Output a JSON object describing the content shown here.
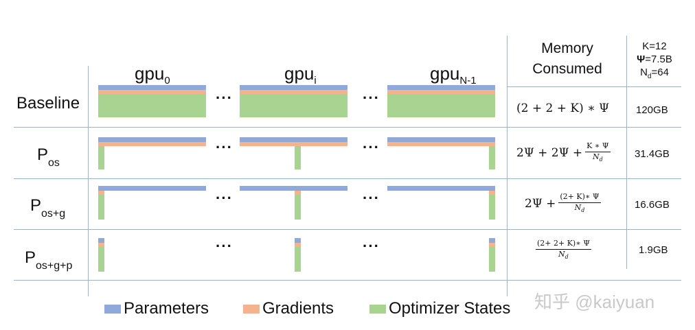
{
  "headers": {
    "gpu0": {
      "base": "gpu",
      "sub": "0"
    },
    "gpui": {
      "base": "gpu",
      "sub": "i"
    },
    "gpuN": {
      "base": "gpu",
      "sub": "N-1"
    },
    "memory_consumed": [
      "Memory",
      "Consumed"
    ],
    "params": {
      "k": "K=12",
      "psi_symbol": "Ψ",
      "psi_value": "=7.5B",
      "nd_base": "N",
      "nd_sub": "d",
      "nd_value": "=64"
    }
  },
  "ellipsis": "···",
  "rows": [
    {
      "label_base": "Baseline",
      "label_sub": "",
      "formula": "(2 + 2 + K) ∗ Ψ",
      "result": "120GB"
    },
    {
      "label_base": "P",
      "label_sub": "os",
      "formula_lead": "2Ψ + 2Ψ +",
      "formula_num": "K ∗ Ψ",
      "formula_den_base": "N",
      "formula_den_sub": "d",
      "result": "31.4GB"
    },
    {
      "label_base": "P",
      "label_sub": "os+g",
      "formula_lead": "2Ψ +",
      "formula_num": "(2+ K)∗ Ψ",
      "formula_den_base": "N",
      "formula_den_sub": "d",
      "result": "16.6GB"
    },
    {
      "label_base": "P",
      "label_sub": "os+g+p",
      "formula_num": "(2+ 2+ K)∗ Ψ",
      "formula_den_base": "N",
      "formula_den_sub": "d",
      "result": "1.9GB"
    }
  ],
  "legend": [
    {
      "label": "Parameters",
      "color": "#8fa9da"
    },
    {
      "label": "Gradients",
      "color": "#f2b38e"
    },
    {
      "label": "Optimizer States",
      "color": "#a8d391"
    }
  ],
  "watermark": "知乎 @kaiyuan",
  "colors": {
    "parameters": "#8fa9da",
    "gradients": "#f2b38e",
    "optimizer": "#a8d391",
    "grid": "#9db4c7"
  }
}
